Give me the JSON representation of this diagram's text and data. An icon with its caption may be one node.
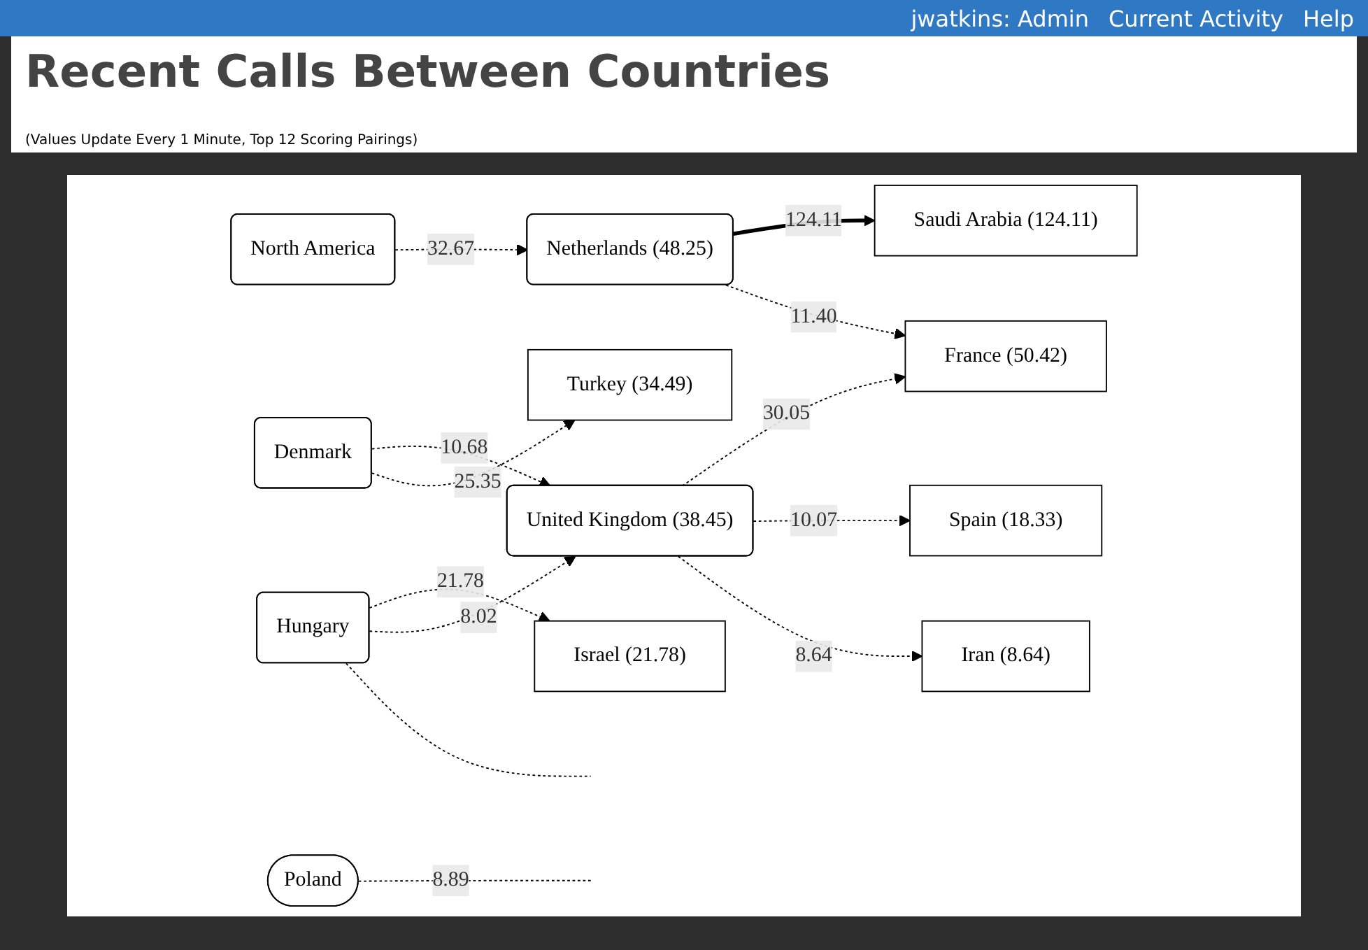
{
  "diagram": {
    "title": "Recent Calls Between Countries",
    "nodes": [
      {
        "text": [
          "North America"
        ]
      },
      {
        "text": [
          "Netherlands (48.25)"
        ]
      },
      {
        "text": [
          "Saudi Arabia (124.11)"
        ]
      },
      {
        "text": [
          "Denmark"
        ]
      },
      {
        "text": [
          "United Kingdom (38.45)"
        ]
      },
      {
        "text": [
          "France (50.42)"
        ]
      },
      {
        "text": [
          "Hungary"
        ]
      },
      {
        "text": [
          "Israel (21.78)"
        ]
      },
      {
        "text": [
          "Turkey (34.49)"
        ]
      },
      {
        "text": [
          "Spain (18.33)"
        ]
      },
      {
        "text": [
          "Poland"
        ]
      },
      {
        "text": [
          "Iran (8.64)"
        ]
      }
    ],
    "edges": [
      {
        "from": 0,
        "to": 1,
        "arrow": "to",
        "label": "32.67",
        "style": "dashed"
      },
      {
        "from": 1,
        "to": 2,
        "arrow": "to",
        "label": "124.11",
        "style": "thick"
      },
      {
        "from": 1,
        "to": 5,
        "arrow": "to",
        "label": "11.40",
        "style": "dashed"
      },
      {
        "from": 3,
        "to": 4,
        "arrow": "to",
        "label": "10.68",
        "style": "dashed"
      },
      {
        "from": 4,
        "to": 5,
        "arrow": "to",
        "label": "30.05",
        "style": "dashed"
      },
      {
        "from": 6,
        "to": 7,
        "arrow": "to",
        "label": "21.78",
        "style": "dashed"
      },
      {
        "from": 6,
        "to": 4,
        "arrow": "to",
        "label": "8.02",
        "style": "dashed"
      },
      {
        "from": 3,
        "to": 8,
        "arrow": "to",
        "label": "25.35",
        "style": "dashed"
      },
      {
        "from": 4,
        "to": 9,
        "arrow": "to",
        "label": "10.07",
        "style": "dashed"
      },
      {
        "from": 4,
        "to": 11,
        "arrow": "to",
        "label": "8.64",
        "style": "dashed"
      },
      {
        "from": 10,
        "to": null,
        "arrow": "none",
        "label": "8.89",
        "style": "dashed"
      },
      {
        "from": 6,
        "to": null,
        "arrow": "none",
        "style": "dashed"
      }
    ],
    "labels": [
      "jwatkins: Admin",
      "Current Activity",
      "Help",
      "(Values Update Every 1 Minute, Top 12 Scoring Pairings)"
    ]
  }
}
